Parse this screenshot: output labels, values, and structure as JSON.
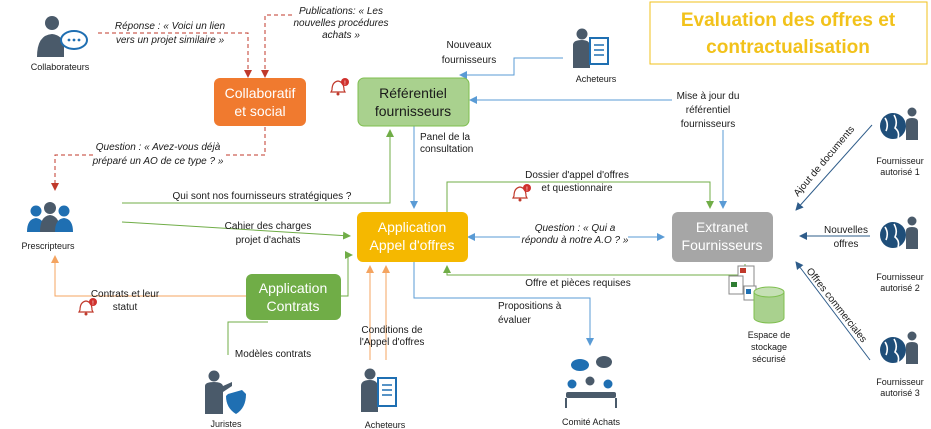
{
  "title": {
    "line1": "Evaluation des offres et",
    "line2": "contractualisation"
  },
  "colors": {
    "orange": "#f07a2f",
    "green": "#7fbf4f",
    "yellow": "#f5b800",
    "gray": "#a6a6a6",
    "blue_arrow": "#5a9bd5",
    "green_arrow": "#70ad47",
    "orange_arrow": "#f4a460",
    "dark_arrow": "#555555",
    "red_dashed": "#c0392b",
    "icon_dark": "#4a5a6a",
    "icon_blue": "#1f6fb2",
    "title_border": "#f2c21b"
  },
  "boxes": {
    "collab": {
      "line1": "Collaboratif",
      "line2": "et social"
    },
    "referentiel": {
      "line1": "Référentiel",
      "line2": "fournisseurs"
    },
    "appel": {
      "line1": "Application",
      "line2": "Appel d'offres"
    },
    "extranet": {
      "line1": "Extranet",
      "line2": "Fournisseurs"
    },
    "contrats": {
      "line1": "Application",
      "line2": "Contrats"
    }
  },
  "actors": {
    "collaborateurs": "Collaborateurs",
    "acheteurs_top": "Acheteurs",
    "prescripteurs": "Prescripteurs",
    "juristes": "Juristes",
    "acheteurs_bottom": "Acheteurs",
    "comite": "Comité Achats",
    "f1": {
      "line1": "Fournisseur",
      "line2": "autorisé 1"
    },
    "f2": {
      "line1": "Fournisseur",
      "line2": "autorisé 2"
    },
    "f3": {
      "line1": "Fournisseur",
      "line2": "autorisé 3"
    },
    "storage": {
      "line1": "Espace de",
      "line2": "stockage",
      "line3": "sécurisé"
    }
  },
  "labels": {
    "reponse": {
      "line1": "Réponse : « Voici un lien",
      "line2": "vers un projet similaire »"
    },
    "publications": {
      "line1": "Publications: « Les",
      "line2": "nouvelles procédures",
      "line3": "achats »"
    },
    "nouveaux_fournisseurs": {
      "line1": "Nouveaux",
      "line2": "fournisseurs"
    },
    "mise_a_jour": {
      "line1": "Mise à jour du",
      "line2": "référentiel",
      "line3": "fournisseurs"
    },
    "question_ao": {
      "line1": "Question : « Avez-vous déjà",
      "line2": "préparé un AO de ce type ? »"
    },
    "panel": {
      "line1": "Panel de la",
      "line2": "consultation"
    },
    "dossier": {
      "line1": "Dossier d'appel d'offres",
      "line2": "et questionnaire"
    },
    "strategiques": "Qui sont nos fournisseurs  stratégiques ?",
    "cahier": {
      "line1": "Cahier des charges",
      "line2": "projet d'achats"
    },
    "question_repondu": {
      "line1": "Question : « Qui a",
      "line2": "répondu à notre A.O ? »"
    },
    "offre_pieces": "Offre et pièces requises",
    "contrats_statut": {
      "line1": "Contrats et leur",
      "line2": "statut"
    },
    "propositions": {
      "line1": "Propositions à",
      "line2": "évaluer"
    },
    "conditions": {
      "line1": "Conditions de",
      "line2": "l'Appel d'offres"
    },
    "modeles": "Modèles contrats",
    "ajout_documents": "Ajout de documents",
    "nouvelles_offres": {
      "line1": "Nouvelles",
      "line2": "offres"
    },
    "offres_commerciales": "Offres commerciales"
  }
}
